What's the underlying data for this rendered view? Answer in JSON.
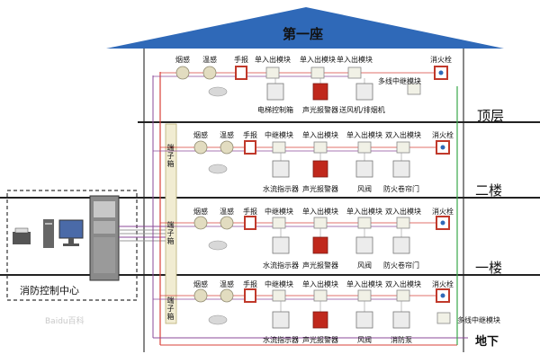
{
  "building": {
    "title": "第一座",
    "colors": {
      "roof": "#2f69b8",
      "wire_red": "#d9413a",
      "wire_green": "#3aa84a",
      "wire_purple": "#8b4a9a",
      "wire_gray": "#9a9a9a"
    }
  },
  "floor_labels": {
    "top": "顶层",
    "second": "二楼",
    "first": "一楼",
    "basement": "地下"
  },
  "control_center": {
    "label": "消防控制中心"
  },
  "terminal_label": "端子箱",
  "watermark": "Baidu百科",
  "floors": {
    "top": {
      "row1": [
        "烟感",
        "温感",
        "手报",
        "单入出模块",
        "单入出模块",
        "单入出模块",
        "消火栓"
      ],
      "row2": [
        "电梯控制箱",
        "声光报警器",
        "送风机/排烟机"
      ],
      "extra": [
        "多线中继模块"
      ]
    },
    "second": {
      "row1": [
        "烟感",
        "温感",
        "手报",
        "中继模块",
        "单入出模块",
        "单入出模块",
        "双入出模块",
        "消火栓"
      ],
      "row2": [
        "水流指示器",
        "声光报警器",
        "风阀",
        "防火卷帘门"
      ]
    },
    "first": {
      "row1": [
        "烟感",
        "温感",
        "手报",
        "中继模块",
        "单入出模块",
        "单入出模块",
        "双入出模块",
        "消火栓"
      ],
      "row2": [
        "水流指示器",
        "声光报警器",
        "风阀",
        "防火卷帘门"
      ]
    },
    "basement": {
      "row1": [
        "烟感",
        "温感",
        "手报",
        "中继模块",
        "单入出模块",
        "单入出模块",
        "双入出模块",
        "消火栓"
      ],
      "row2": [
        "水流指示器",
        "声光报警器",
        "风阀",
        "消防泵"
      ],
      "extra": [
        "多线中继模块"
      ]
    }
  }
}
